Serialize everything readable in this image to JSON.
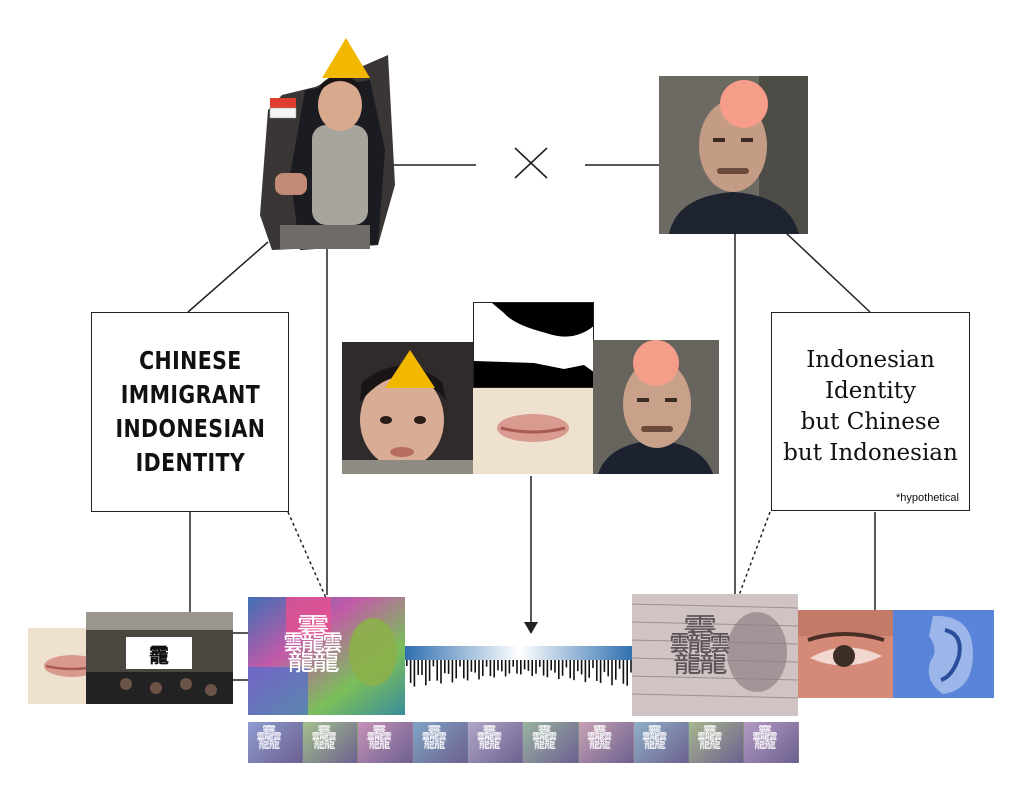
{
  "diagram": {
    "cross_symbol": "×",
    "left_label": [
      "CHINESE",
      "IMMIGRANT",
      "INDONESIAN",
      "IDENTITY"
    ],
    "right_label": [
      "Indonesian",
      "Identity",
      "but Chinese",
      "but Indonesian"
    ],
    "right_footnote": "*hypothetical",
    "glyph": "𱁬",
    "small_glyph": "靇"
  },
  "colors": {
    "triangle": "#f2b800",
    "circle": "#f59d88",
    "line": "#222222"
  },
  "icons": [
    "triangle-icon",
    "circle-icon",
    "cross-icon",
    "arrow-down-icon",
    "flag-icon"
  ]
}
